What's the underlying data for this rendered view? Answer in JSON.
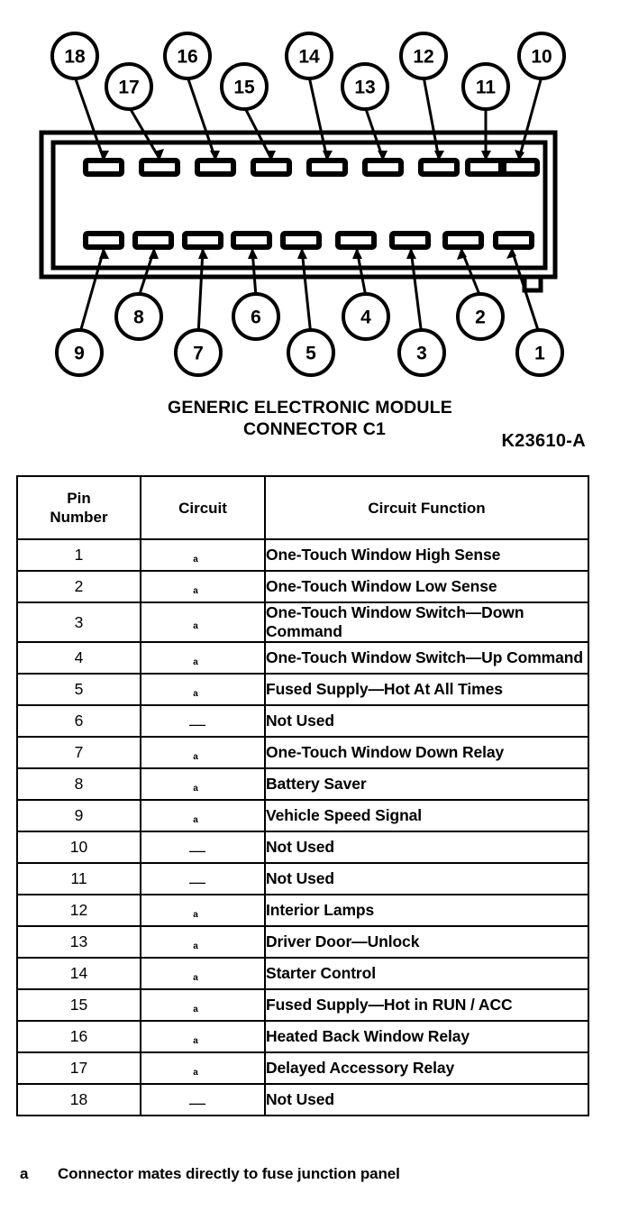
{
  "diagram": {
    "title_line1": "GENERIC ELECTRONIC MODULE",
    "title_line2": "CONNECTOR C1",
    "reference_code": "K23610-A",
    "top_row_callouts": [
      "18",
      "17",
      "16",
      "15",
      "14",
      "13",
      "12",
      "11",
      "10"
    ],
    "bottom_row_callouts": [
      "9",
      "8",
      "7",
      "6",
      "5",
      "4",
      "3",
      "2",
      "1"
    ],
    "pin_count": 18,
    "pins_per_row": 9
  },
  "table": {
    "headers": {
      "pin_number": "Pin\nNumber",
      "pin_number_line1": "Pin",
      "pin_number_line2": "Number",
      "circuit": "Circuit",
      "circuit_function": "Circuit Function"
    },
    "rows": [
      {
        "pin": "1",
        "circuit": "a",
        "function": "One-Touch Window High Sense"
      },
      {
        "pin": "2",
        "circuit": "a",
        "function": "One-Touch Window Low Sense"
      },
      {
        "pin": "3",
        "circuit": "a",
        "function": "One-Touch Window Switch—Down Command"
      },
      {
        "pin": "4",
        "circuit": "a",
        "function": "One-Touch Window Switch—Up Command"
      },
      {
        "pin": "5",
        "circuit": "a",
        "function": "Fused Supply—Hot At All Times"
      },
      {
        "pin": "6",
        "circuit": "—",
        "function": "Not Used"
      },
      {
        "pin": "7",
        "circuit": "a",
        "function": "One-Touch Window Down Relay"
      },
      {
        "pin": "8",
        "circuit": "a",
        "function": "Battery Saver"
      },
      {
        "pin": "9",
        "circuit": "a",
        "function": "Vehicle Speed Signal"
      },
      {
        "pin": "10",
        "circuit": "—",
        "function": "Not Used"
      },
      {
        "pin": "11",
        "circuit": "—",
        "function": "Not Used"
      },
      {
        "pin": "12",
        "circuit": "a",
        "function": "Interior Lamps"
      },
      {
        "pin": "13",
        "circuit": "a",
        "function": "Driver Door—Unlock"
      },
      {
        "pin": "14",
        "circuit": "a",
        "function": "Starter Control"
      },
      {
        "pin": "15",
        "circuit": "a",
        "function": "Fused Supply—Hot in RUN / ACC"
      },
      {
        "pin": "16",
        "circuit": "a",
        "function": "Heated Back Window Relay"
      },
      {
        "pin": "17",
        "circuit": "a",
        "function": "Delayed Accessory Relay"
      },
      {
        "pin": "18",
        "circuit": "—",
        "function": "Not Used"
      }
    ]
  },
  "footnote": {
    "marker": "a",
    "text": "Connector mates directly to fuse junction panel"
  },
  "colors": {
    "ink": "#000000",
    "paper": "#ffffff"
  }
}
